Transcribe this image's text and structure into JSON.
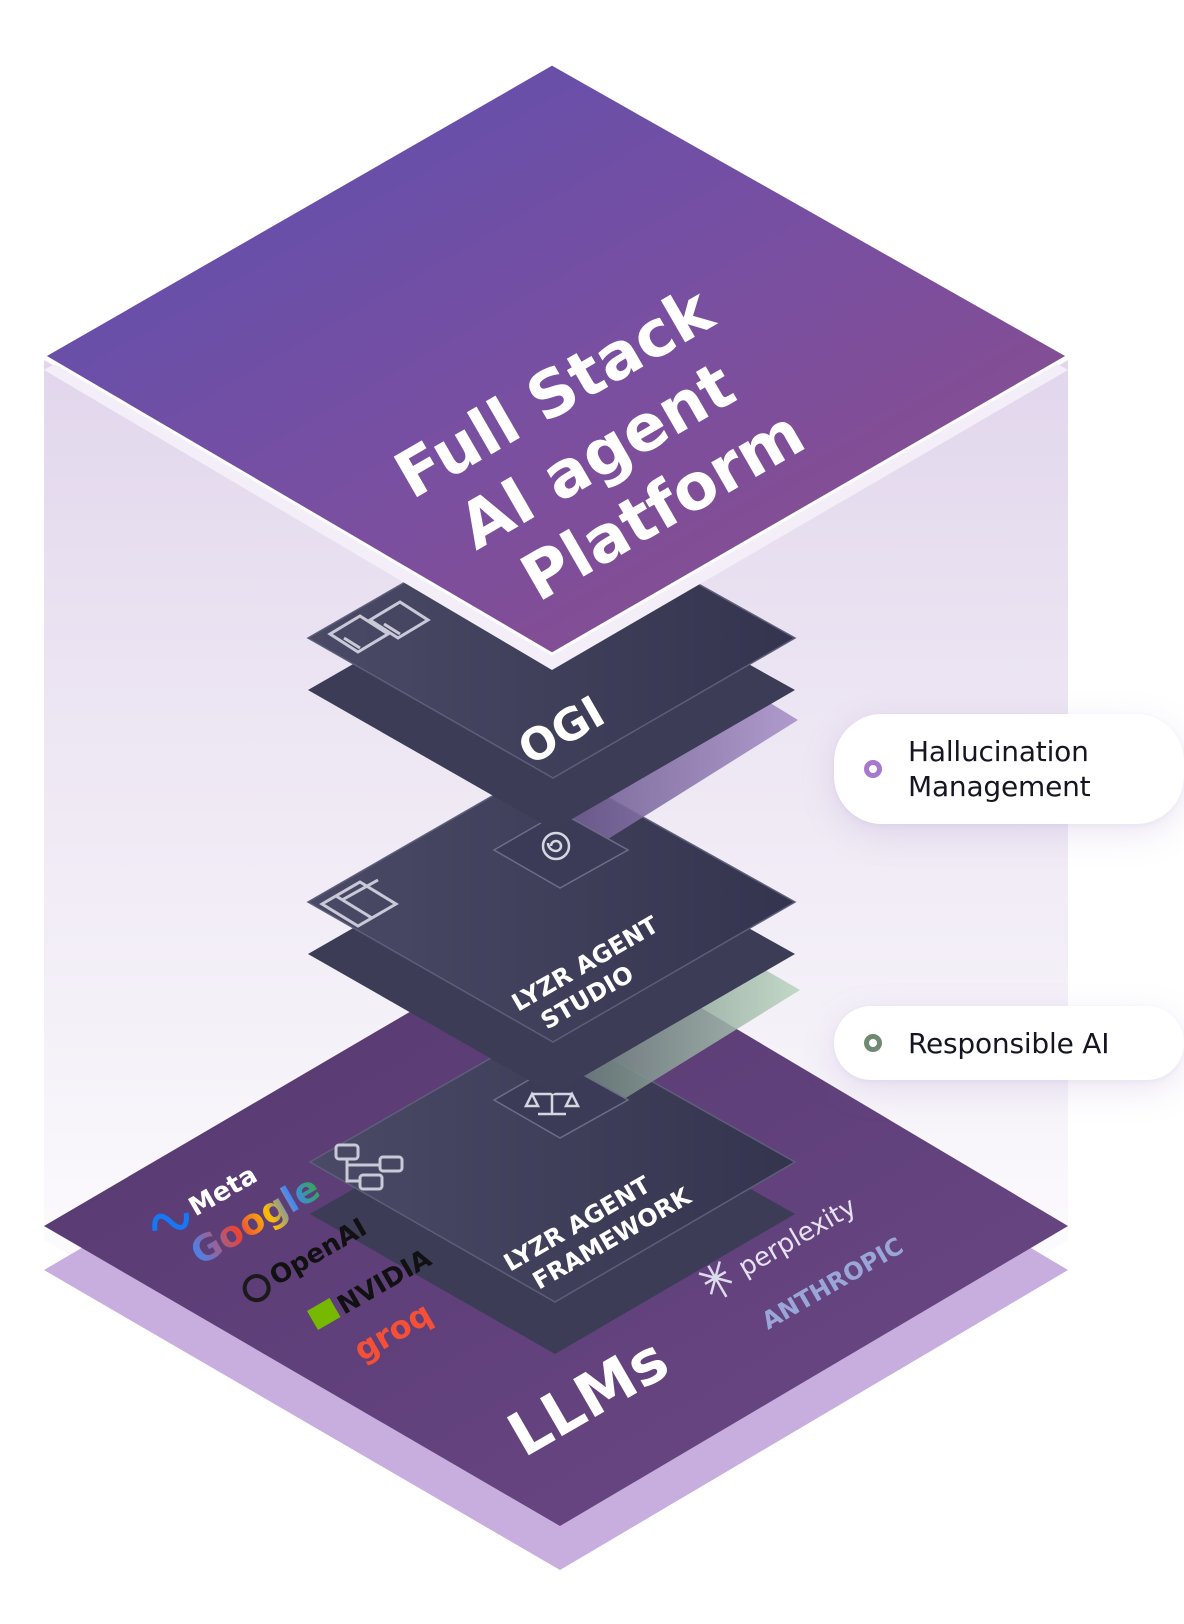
{
  "platform": {
    "line1": "Full Stack",
    "line2": "AI agent",
    "line3": "Platform"
  },
  "layers": {
    "ogi": "OGI",
    "studio_line1": "LYZR AGENT",
    "studio_line2": "STUDIO",
    "framework_line1": "LYZR AGENT",
    "framework_line2": "FRAMEWORK"
  },
  "base": {
    "label": "LLMs",
    "providers_left": [
      "Meta",
      "Google",
      "OpenAI",
      "NVIDIA",
      "groq"
    ],
    "providers_right": [
      "perplexity",
      "ANTHROPIC"
    ]
  },
  "callouts": {
    "hallucination_line1": "Hallucination",
    "hallucination_line2": "Management",
    "responsible": "Responsible AI"
  },
  "colors": {
    "platform_top": "#6a50b0",
    "platform_bottom": "#8c4c8e",
    "layer_dark": "#3b3b58",
    "base_purple": "#5c3d78",
    "base_edge": "#b39acb",
    "hallucination_dot": "#a678cf",
    "responsible_dot": "#6f8a72",
    "google_blue": "#4285F4",
    "google_red": "#EA4335",
    "google_yellow": "#FBBC05",
    "google_green": "#34A853",
    "nvidia_green": "#76B900",
    "groq_orange": "#F55036",
    "anthropic_blue": "#9aa6d8"
  },
  "icons": [
    "apps-grid-icon",
    "brain-spiral-icon",
    "layout-panel-icon",
    "balance-scale-icon",
    "hierarchy-tree-icon",
    "meta-logo-icon",
    "openai-logo-icon",
    "nvidia-logo-icon",
    "perplexity-logo-icon"
  ]
}
